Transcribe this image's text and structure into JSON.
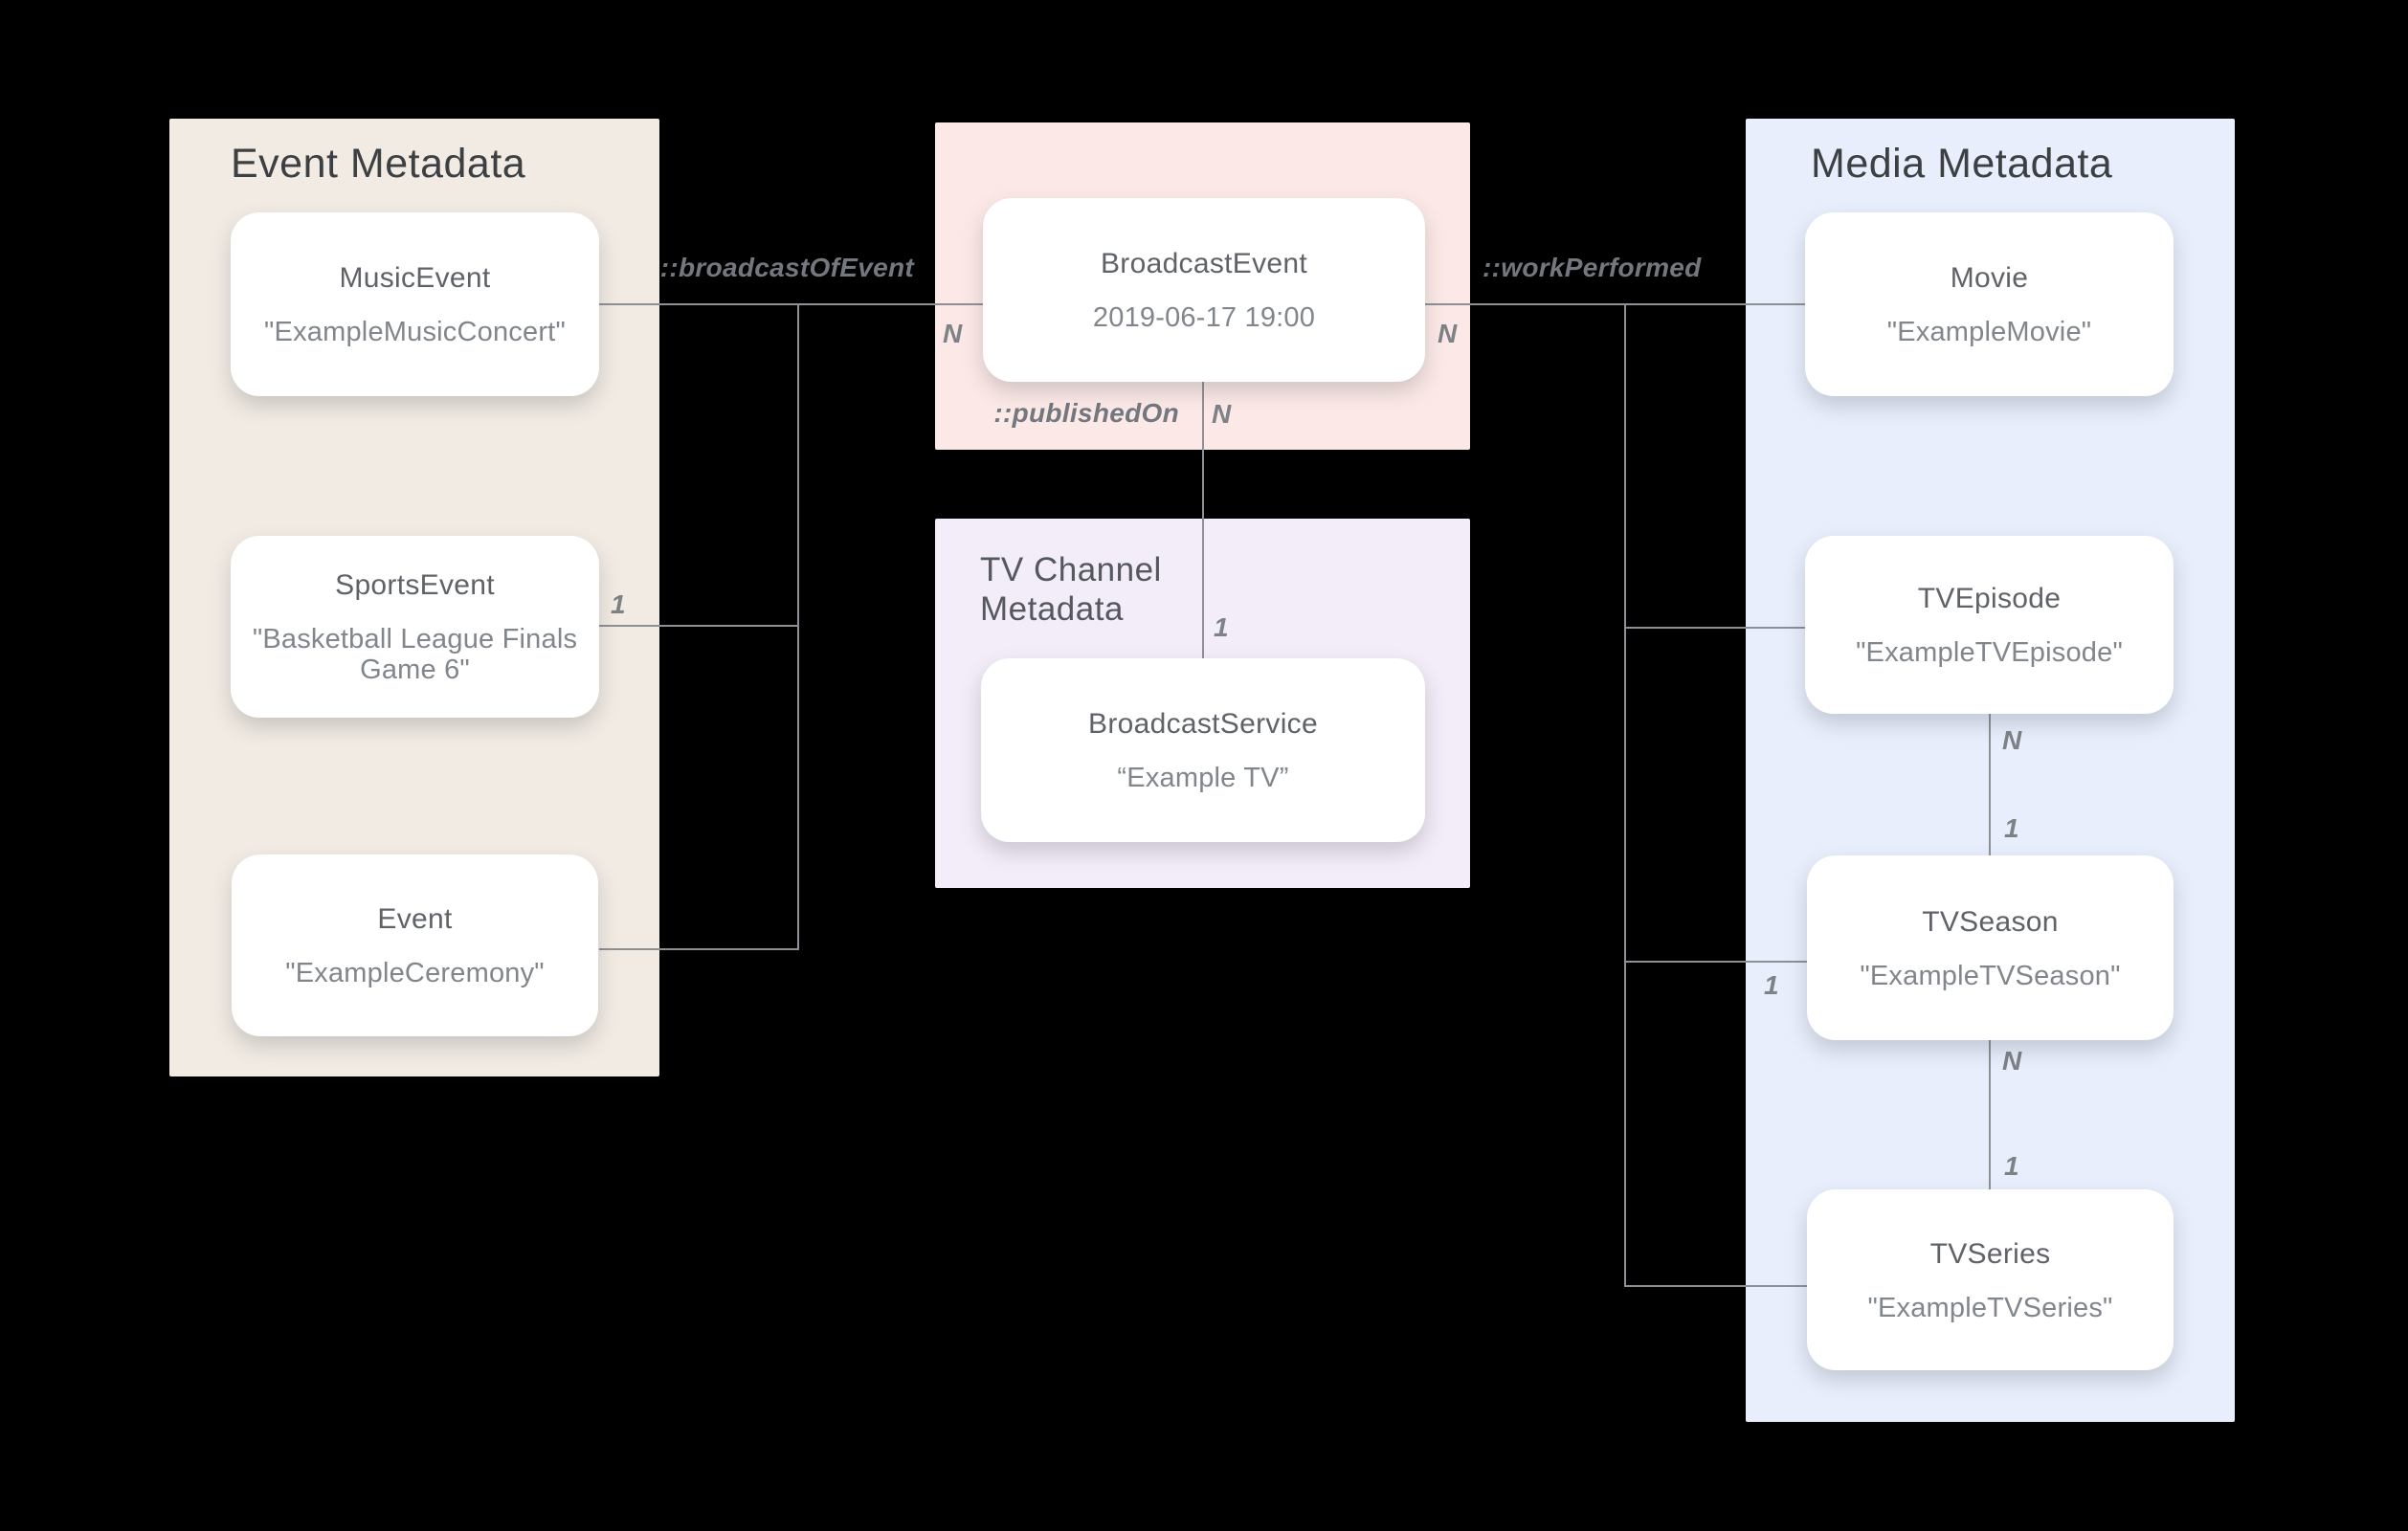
{
  "diagram": {
    "background": "#000000",
    "panels": {
      "event": {
        "title": "Event Metadata",
        "color": "#f2ebe4"
      },
      "broadcast": {
        "color": "#fce9e7"
      },
      "tv_channel": {
        "title": "TV Channel Metadata",
        "color": "#f3ecf9"
      },
      "media": {
        "title": "Media Metadata",
        "color": "#e8eefc"
      }
    },
    "nodes": {
      "music_event": {
        "label": "MusicEvent",
        "value": "\"ExampleMusicConcert\""
      },
      "sports_event": {
        "label": "SportsEvent",
        "value_line1": "\"Basketball League Finals",
        "value_line2": "Game 6\""
      },
      "event": {
        "label": "Event",
        "value": "\"ExampleCeremony\""
      },
      "broadcast_event": {
        "label": "BroadcastEvent",
        "value": "2019-06-17 19:00"
      },
      "broadcast_service": {
        "label": "BroadcastService",
        "value": "“Example TV”"
      },
      "movie": {
        "label": "Movie",
        "value": "\"ExampleMovie\""
      },
      "tv_episode": {
        "label": "TVEpisode",
        "value": "\"ExampleTVEpisode\""
      },
      "tv_season": {
        "label": "TVSeason",
        "value": "\"ExampleTVSeason\""
      },
      "tv_series": {
        "label": "TVSeries",
        "value": "\"ExampleTVSeries\""
      }
    },
    "relations": {
      "broadcast_of_event": "::broadcastOfEvent",
      "work_performed": "::workPerformed",
      "published_on": "::publishedOn"
    },
    "cardinalities": {
      "broadcast_event_left": "N",
      "broadcast_event_right": "N",
      "published_on_source": "N",
      "published_on_target": "1",
      "sports_event": "1",
      "episode_to_season_source": "N",
      "episode_to_season_target": "1",
      "season_branch": "1",
      "season_to_series_source": "N",
      "season_to_series_target": "1"
    },
    "colors": {
      "line": "#8d9196",
      "card_title": "#5f6368",
      "card_value": "#80868b",
      "panel_title": "#3c4043",
      "label": "#73787e"
    }
  }
}
